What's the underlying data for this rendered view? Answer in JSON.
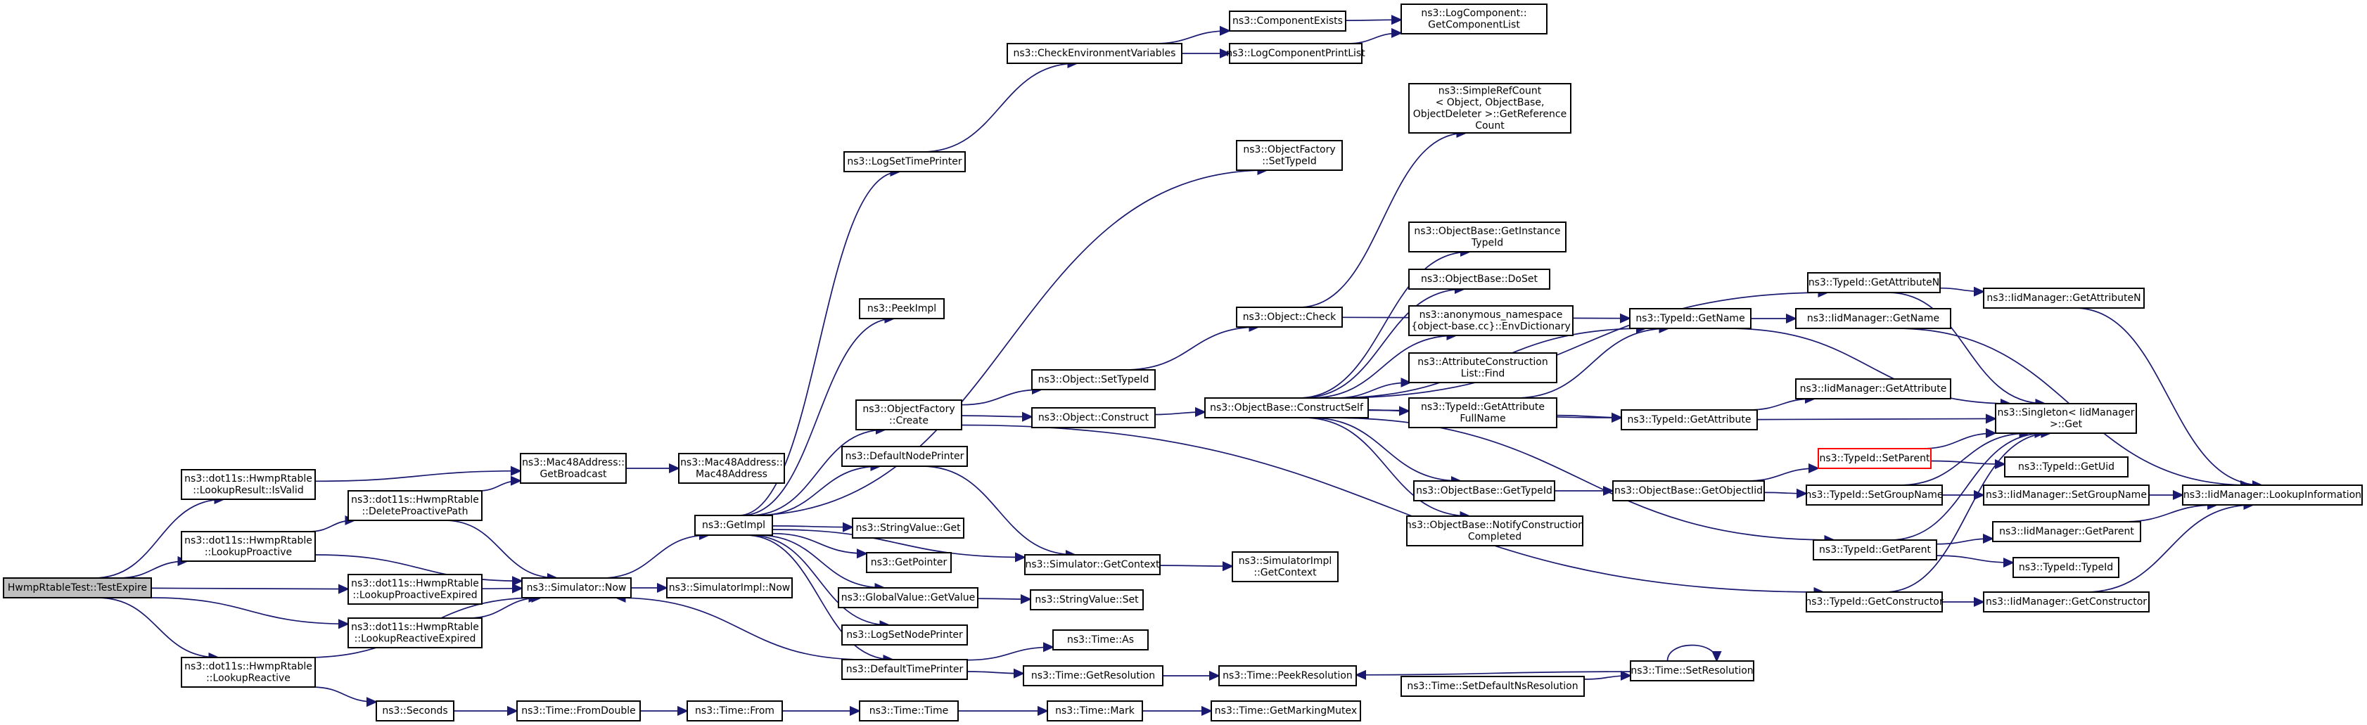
{
  "colors": {
    "edge": "#191970",
    "root_fill": "#bfbfbf",
    "highlight_border": "#ff0000",
    "node_border": "#000000"
  },
  "nodes": [
    {
      "id": "root",
      "lines": [
        "HwmpRtableTest::TestExpire"
      ],
      "style": "root"
    },
    {
      "id": "isvalid",
      "lines": [
        "ns3::dot11s::HwmpRtable",
        "::LookupResult::IsValid"
      ]
    },
    {
      "id": "lookproactive",
      "lines": [
        "ns3::dot11s::HwmpRtable",
        "::LookupProactive"
      ]
    },
    {
      "id": "lookreactive",
      "lines": [
        "ns3::dot11s::HwmpRtable",
        "::LookupReactive"
      ]
    },
    {
      "id": "delproactive",
      "lines": [
        "ns3::dot11s::HwmpRtable",
        "::DeleteProactivePath"
      ]
    },
    {
      "id": "lpexpired",
      "lines": [
        "ns3::dot11s::HwmpRtable",
        "::LookupProactiveExpired"
      ]
    },
    {
      "id": "lrexpired",
      "lines": [
        "ns3::dot11s::HwmpRtable",
        "::LookupReactiveExpired"
      ]
    },
    {
      "id": "getbroadcast",
      "lines": [
        "ns3::Mac48Address::",
        "GetBroadcast"
      ]
    },
    {
      "id": "mac48",
      "lines": [
        "ns3::Mac48Address::",
        "Mac48Address"
      ]
    },
    {
      "id": "simnow",
      "lines": [
        "ns3::Simulator::Now"
      ]
    },
    {
      "id": "simimplnow",
      "lines": [
        "ns3::SimulatorImpl::Now"
      ]
    },
    {
      "id": "getimpl",
      "lines": [
        "ns3::GetImpl"
      ]
    },
    {
      "id": "seconds",
      "lines": [
        "ns3::Seconds"
      ]
    },
    {
      "id": "fromdouble",
      "lines": [
        "ns3::Time::FromDouble"
      ]
    },
    {
      "id": "from",
      "lines": [
        "ns3::Time::From"
      ]
    },
    {
      "id": "time",
      "lines": [
        "ns3::Time::Time"
      ]
    },
    {
      "id": "mark",
      "lines": [
        "ns3::Time::Mark"
      ]
    },
    {
      "id": "markmutex",
      "lines": [
        "ns3::Time::GetMarkingMutex"
      ]
    },
    {
      "id": "logsettp",
      "lines": [
        "ns3::LogSetTimePrinter"
      ]
    },
    {
      "id": "checkenv",
      "lines": [
        "ns3::CheckEnvironmentVariables"
      ]
    },
    {
      "id": "compexists",
      "lines": [
        "ns3::ComponentExists"
      ]
    },
    {
      "id": "lcprintlist",
      "lines": [
        "ns3::LogComponentPrintList"
      ]
    },
    {
      "id": "getcomplist",
      "lines": [
        "ns3::LogComponent::",
        "GetComponentList"
      ]
    },
    {
      "id": "peekimpl",
      "lines": [
        "ns3::PeekImpl"
      ]
    },
    {
      "id": "ofcreate",
      "lines": [
        "ns3::ObjectFactory",
        "::Create"
      ]
    },
    {
      "id": "defnodeprinter",
      "lines": [
        "ns3::DefaultNodePrinter"
      ]
    },
    {
      "id": "strget",
      "lines": [
        "ns3::StringValue::Get"
      ]
    },
    {
      "id": "getpointer",
      "lines": [
        "ns3::GetPointer"
      ]
    },
    {
      "id": "gvgetvalue",
      "lines": [
        "ns3::GlobalValue::GetValue"
      ]
    },
    {
      "id": "logsetnp",
      "lines": [
        "ns3::LogSetNodePrinter"
      ]
    },
    {
      "id": "deftimeprinter",
      "lines": [
        "ns3::DefaultTimePrinter"
      ]
    },
    {
      "id": "strset",
      "lines": [
        "ns3::StringValue::Set"
      ]
    },
    {
      "id": "simgetctx",
      "lines": [
        "ns3::Simulator::GetContext"
      ]
    },
    {
      "id": "simimplgetctx",
      "lines": [
        "ns3::SimulatorImpl",
        "::GetContext"
      ]
    },
    {
      "id": "timeas",
      "lines": [
        "ns3::Time::As"
      ]
    },
    {
      "id": "getres",
      "lines": [
        "ns3::Time::GetResolution"
      ]
    },
    {
      "id": "peekres",
      "lines": [
        "ns3::Time::PeekResolution"
      ]
    },
    {
      "id": "setdefns",
      "lines": [
        "ns3::Time::SetDefaultNsResolution"
      ]
    },
    {
      "id": "setres",
      "lines": [
        "ns3::Time::SetResolution"
      ]
    },
    {
      "id": "ofsettypeid",
      "lines": [
        "ns3::ObjectFactory",
        "::SetTypeId"
      ]
    },
    {
      "id": "objsettypeid",
      "lines": [
        "ns3::Object::SetTypeId"
      ]
    },
    {
      "id": "objconstruct",
      "lines": [
        "ns3::Object::Construct"
      ]
    },
    {
      "id": "objcheck",
      "lines": [
        "ns3::Object::Check"
      ]
    },
    {
      "id": "constructself",
      "lines": [
        "ns3::ObjectBase::ConstructSelf"
      ]
    },
    {
      "id": "simplerefcount",
      "lines": [
        "ns3::SimpleRefCount",
        "< Object, ObjectBase,",
        "ObjectDeleter >::GetReference",
        "Count"
      ]
    },
    {
      "id": "getinsttypeid",
      "lines": [
        "ns3::ObjectBase::GetInstance",
        "TypeId"
      ]
    },
    {
      "id": "doset",
      "lines": [
        "ns3::ObjectBase::DoSet"
      ]
    },
    {
      "id": "envdict",
      "lines": [
        "ns3::anonymous_namespace",
        "{object-base.cc}::EnvDictionary"
      ]
    },
    {
      "id": "attrlistfind",
      "lines": [
        "ns3::AttributeConstruction",
        "List::Find"
      ]
    },
    {
      "id": "getattrfullname",
      "lines": [
        "ns3::TypeId::GetAttribute",
        "FullName"
      ]
    },
    {
      "id": "obgettypeid",
      "lines": [
        "ns3::ObjectBase::GetTypeId"
      ]
    },
    {
      "id": "notifyconstr",
      "lines": [
        "ns3::ObjectBase::NotifyConstruction",
        "Completed"
      ]
    },
    {
      "id": "tidgetname",
      "lines": [
        "ns3::TypeId::GetName"
      ]
    },
    {
      "id": "tidgetattr",
      "lines": [
        "ns3::TypeId::GetAttribute"
      ]
    },
    {
      "id": "getobjectiid",
      "lines": [
        "ns3::ObjectBase::GetObjectIid"
      ]
    },
    {
      "id": "tidgetattrn",
      "lines": [
        "ns3::TypeId::GetAttributeN"
      ]
    },
    {
      "id": "iidgetname",
      "lines": [
        "ns3::IidManager::GetName"
      ]
    },
    {
      "id": "iidgetattr",
      "lines": [
        "ns3::IidManager::GetAttribute"
      ]
    },
    {
      "id": "tidsetparent",
      "lines": [
        "ns3::TypeId::SetParent"
      ],
      "style": "red"
    },
    {
      "id": "tidsetgroup",
      "lines": [
        "ns3::TypeId::SetGroupName"
      ]
    },
    {
      "id": "tidgetparent",
      "lines": [
        "ns3::TypeId::GetParent"
      ]
    },
    {
      "id": "tidgetconstr",
      "lines": [
        "ns3::TypeId::GetConstructor"
      ]
    },
    {
      "id": "iidgetattrn",
      "lines": [
        "ns3::IidManager::GetAttributeN"
      ]
    },
    {
      "id": "singleton",
      "lines": [
        "ns3::Singleton< IidManager",
        ">::Get"
      ]
    },
    {
      "id": "tidgetuid",
      "lines": [
        "ns3::TypeId::GetUid"
      ]
    },
    {
      "id": "iidsetgroup",
      "lines": [
        "ns3::IidManager::SetGroupName"
      ]
    },
    {
      "id": "iidgetparent",
      "lines": [
        "ns3::IidManager::GetParent"
      ]
    },
    {
      "id": "tidtypeid",
      "lines": [
        "ns3::TypeId::TypeId"
      ]
    },
    {
      "id": "iidgetconstr",
      "lines": [
        "ns3::IidManager::GetConstructor"
      ]
    },
    {
      "id": "lookupinfo",
      "lines": [
        "ns3::IidManager::LookupInformation"
      ]
    }
  ],
  "edges": [
    [
      "root",
      "isvalid"
    ],
    [
      "root",
      "lookproactive"
    ],
    [
      "root",
      "lpexpired"
    ],
    [
      "root",
      "lrexpired"
    ],
    [
      "root",
      "lookreactive"
    ],
    [
      "lookproactive",
      "delproactive"
    ],
    [
      "lookproactive",
      "simnow"
    ],
    [
      "lookreactive",
      "simnow"
    ],
    [
      "lookreactive",
      "seconds"
    ],
    [
      "delproactive",
      "getbroadcast"
    ],
    [
      "delproactive",
      "simnow"
    ],
    [
      "isvalid",
      "getbroadcast"
    ],
    [
      "lpexpired",
      "simnow"
    ],
    [
      "lrexpired",
      "simnow"
    ],
    [
      "getbroadcast",
      "mac48"
    ],
    [
      "simnow",
      "getimpl"
    ],
    [
      "simnow",
      "simimplnow"
    ],
    [
      "getimpl",
      "logsettp"
    ],
    [
      "getimpl",
      "peekimpl"
    ],
    [
      "getimpl",
      "ofcreate"
    ],
    [
      "getimpl",
      "defnodeprinter"
    ],
    [
      "getimpl",
      "strget"
    ],
    [
      "getimpl",
      "getpointer"
    ],
    [
      "getimpl",
      "gvgetvalue"
    ],
    [
      "getimpl",
      "logsetnp"
    ],
    [
      "getimpl",
      "deftimeprinter"
    ],
    [
      "getimpl",
      "ofsettypeid"
    ],
    [
      "getimpl",
      "simgetctx"
    ],
    [
      "logsettp",
      "checkenv"
    ],
    [
      "checkenv",
      "compexists"
    ],
    [
      "checkenv",
      "lcprintlist"
    ],
    [
      "compexists",
      "getcomplist"
    ],
    [
      "lcprintlist",
      "getcomplist"
    ],
    [
      "defnodeprinter",
      "simgetctx"
    ],
    [
      "gvgetvalue",
      "strset"
    ],
    [
      "deftimeprinter",
      "simnow"
    ],
    [
      "deftimeprinter",
      "timeas"
    ],
    [
      "deftimeprinter",
      "getres"
    ],
    [
      "simgetctx",
      "simimplgetctx"
    ],
    [
      "getres",
      "peekres"
    ],
    [
      "setres",
      "peekres"
    ],
    [
      "setdefns",
      "setres"
    ],
    [
      "setres",
      "setres"
    ],
    [
      "seconds",
      "fromdouble"
    ],
    [
      "fromdouble",
      "from"
    ],
    [
      "from",
      "time"
    ],
    [
      "time",
      "mark"
    ],
    [
      "mark",
      "markmutex"
    ],
    [
      "ofcreate",
      "objsettypeid"
    ],
    [
      "ofcreate",
      "objconstruct"
    ],
    [
      "ofcreate",
      "tidgetconstr"
    ],
    [
      "objsettypeid",
      "objcheck"
    ],
    [
      "objconstruct",
      "constructself"
    ],
    [
      "objcheck",
      "simplerefcount"
    ],
    [
      "objcheck",
      "tidgetname"
    ],
    [
      "constructself",
      "getinsttypeid"
    ],
    [
      "constructself",
      "doset"
    ],
    [
      "constructself",
      "envdict"
    ],
    [
      "constructself",
      "attrlistfind"
    ],
    [
      "constructself",
      "getattrfullname"
    ],
    [
      "constructself",
      "tidgetattr"
    ],
    [
      "constructself",
      "obgettypeid"
    ],
    [
      "constructself",
      "notifyconstr"
    ],
    [
      "constructself",
      "tidgetname"
    ],
    [
      "constructself",
      "tidgetattrn"
    ],
    [
      "constructself",
      "tidgetparent"
    ],
    [
      "getattrfullname",
      "tidgetname"
    ],
    [
      "getattrfullname",
      "tidgetattr"
    ],
    [
      "obgettypeid",
      "getobjectiid"
    ],
    [
      "getobjectiid",
      "tidsetparent"
    ],
    [
      "getobjectiid",
      "tidsetgroup"
    ],
    [
      "tidgetname",
      "iidgetname"
    ],
    [
      "tidgetname",
      "singleton"
    ],
    [
      "tidgetattr",
      "iidgetattr"
    ],
    [
      "tidgetattr",
      "singleton"
    ],
    [
      "tidgetattrn",
      "iidgetattrn"
    ],
    [
      "tidgetattrn",
      "singleton"
    ],
    [
      "iidgetattrn",
      "lookupinfo"
    ],
    [
      "iidgetname",
      "lookupinfo"
    ],
    [
      "tidsetparent",
      "tidgetuid"
    ],
    [
      "tidsetparent",
      "singleton"
    ],
    [
      "tidsetgroup",
      "iidsetgroup"
    ],
    [
      "tidsetgroup",
      "singleton"
    ],
    [
      "tidgetparent",
      "iidgetparent"
    ],
    [
      "tidgetparent",
      "tidtypeid"
    ],
    [
      "tidgetparent",
      "singleton"
    ],
    [
      "tidgetconstr",
      "iidgetconstr"
    ],
    [
      "tidgetconstr",
      "singleton"
    ],
    [
      "iidsetgroup",
      "lookupinfo"
    ],
    [
      "iidgetparent",
      "lookupinfo"
    ],
    [
      "iidgetconstr",
      "lookupinfo"
    ]
  ]
}
